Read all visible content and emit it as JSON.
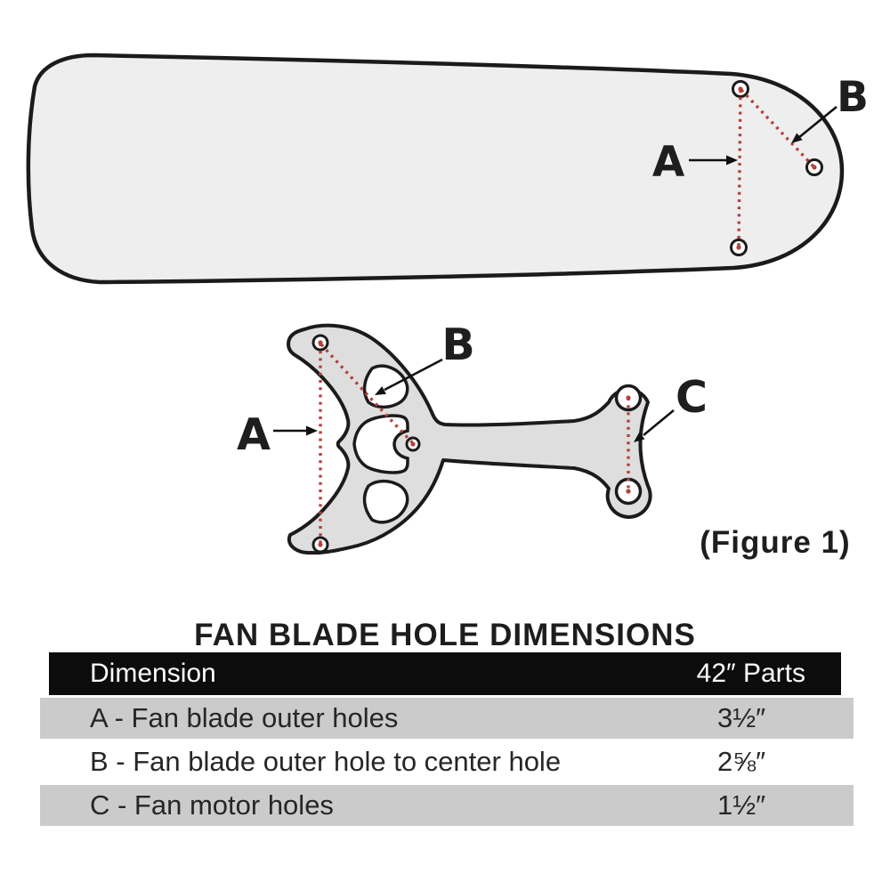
{
  "figure": {
    "caption": "(Figure 1)",
    "blade": {
      "label_a": "A",
      "label_b": "B"
    },
    "bracket": {
      "label_a": "A",
      "label_b": "B",
      "label_c": "C"
    }
  },
  "table": {
    "title": "FAN BLADE HOLE DIMENSIONS",
    "columns": [
      "Dimension",
      "42″ Parts"
    ],
    "rows": [
      {
        "dimension": "A - Fan blade outer holes",
        "value": "3½″"
      },
      {
        "dimension": "B - Fan blade outer hole to center hole",
        "value": "2⅝″"
      },
      {
        "dimension": "C - Fan motor holes",
        "value": "1½″"
      }
    ]
  },
  "colors": {
    "outline": "#1b1b1b",
    "blade_fill": "#eeeeee",
    "bracket_fill": "#dedede",
    "dotted_red": "#b5403c",
    "header_bg": "#0c0c0c",
    "row_gray": "#cbcbcb"
  }
}
